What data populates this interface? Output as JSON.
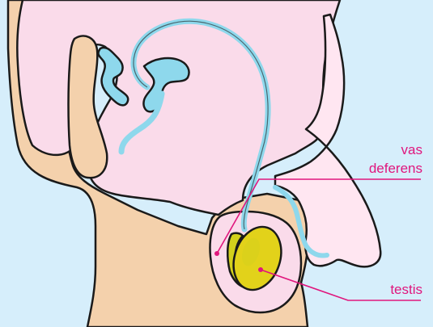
{
  "colors": {
    "background": "#d6eefb",
    "skin": "#f4d1ac",
    "tissue_pink": "#fadbea",
    "tissue_pink_light": "#ffe6f1",
    "duct_blue": "#8ed8ec",
    "testis_yellow": "#e2d21a",
    "testis_outer": "#d3d11c",
    "label_line": "#e0167d",
    "outline": "#1a1a1a"
  },
  "labels": [
    {
      "id": "vas-deferens",
      "lines": [
        "vas",
        "deferens"
      ]
    },
    {
      "id": "testis",
      "lines": [
        "testis"
      ]
    }
  ]
}
